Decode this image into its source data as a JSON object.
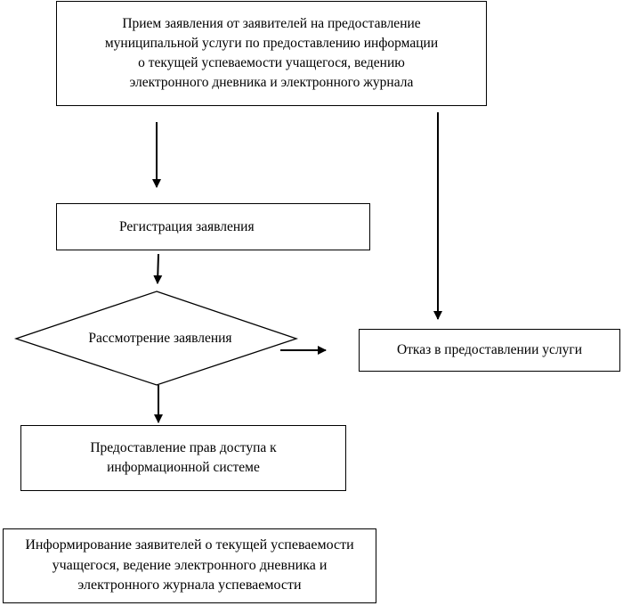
{
  "nodes": {
    "application_intake": {
      "lines": [
        "Прием заявления от заявителей на  предоставление",
        "муниципальной услуги по предоставлению информации",
        "о текущей успеваемости учащегося, ведению",
        "электронного дневника и электронного журнала"
      ]
    },
    "registration": {
      "text": "Регистрация заявления"
    },
    "review": {
      "text": "Рассмотрение заявления"
    },
    "refusal": {
      "text": "Отказ в предоставлении услуги"
    },
    "access_grant": {
      "lines": [
        "Предоставление прав доступа к",
        "информационной системе"
      ]
    },
    "informing": {
      "lines": [
        "Информирование заявителей о текущей успеваемости",
        "учащегося, ведение электронного дневника и",
        "электронного журнала успеваемости"
      ]
    }
  },
  "colors": {
    "line": "#000000",
    "background": "#ffffff"
  }
}
